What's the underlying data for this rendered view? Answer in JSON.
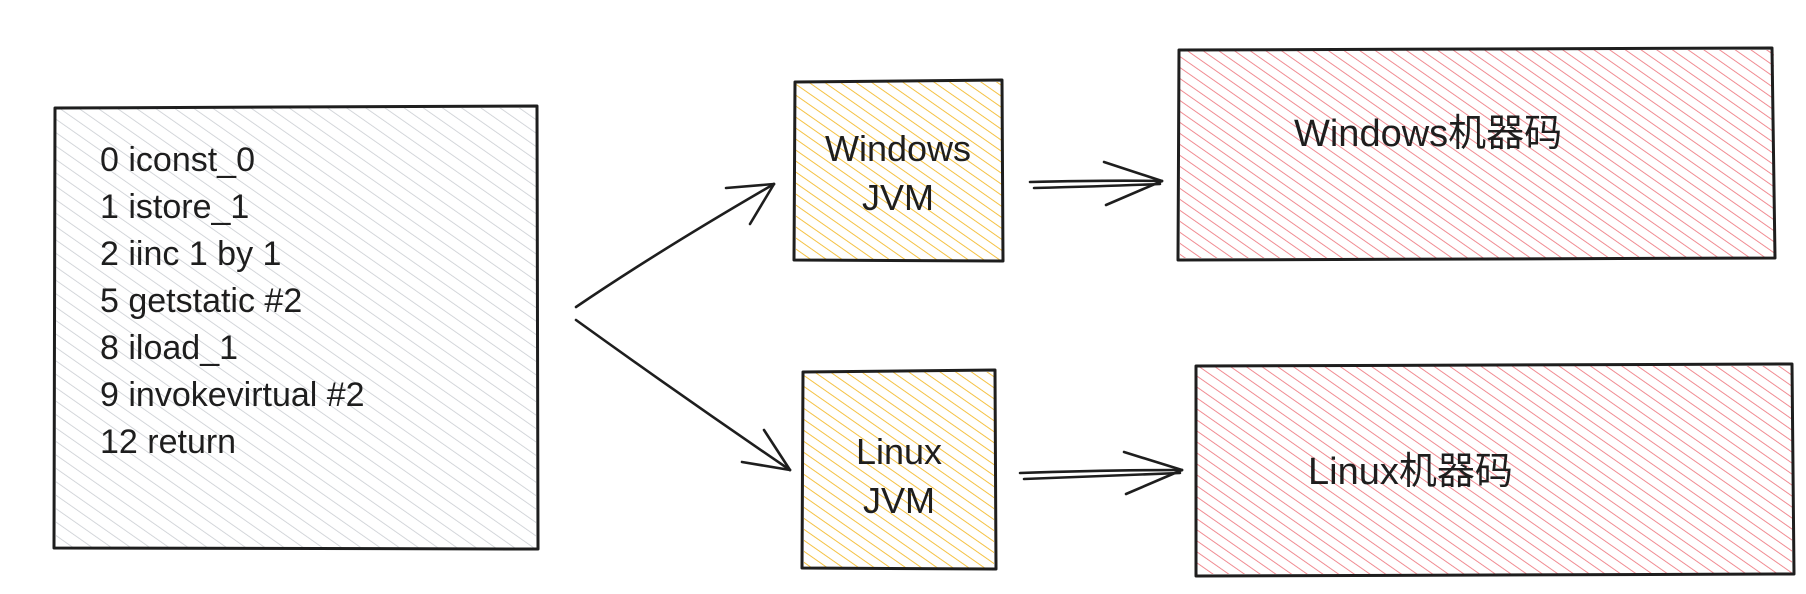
{
  "bytecode": {
    "lines": [
      "0 iconst_0",
      "1 istore_1",
      "2 iinc 1 by 1",
      "5 getstatic #2",
      "8 iload_1",
      "9 invokevirtual #2",
      "12 return"
    ]
  },
  "jvms": [
    {
      "line1": "Windows",
      "line2": "JVM"
    },
    {
      "line1": "Linux",
      "line2": "JVM"
    }
  ],
  "machine_code": [
    {
      "label": "Windows机器码"
    },
    {
      "label": "Linux机器码"
    }
  ],
  "colors": {
    "bytecode_hatch": "#c9ccd1",
    "jvm_fill": "#f5c244",
    "machine_code_fill": "#ef7f86",
    "stroke": "#1e1e1e"
  }
}
